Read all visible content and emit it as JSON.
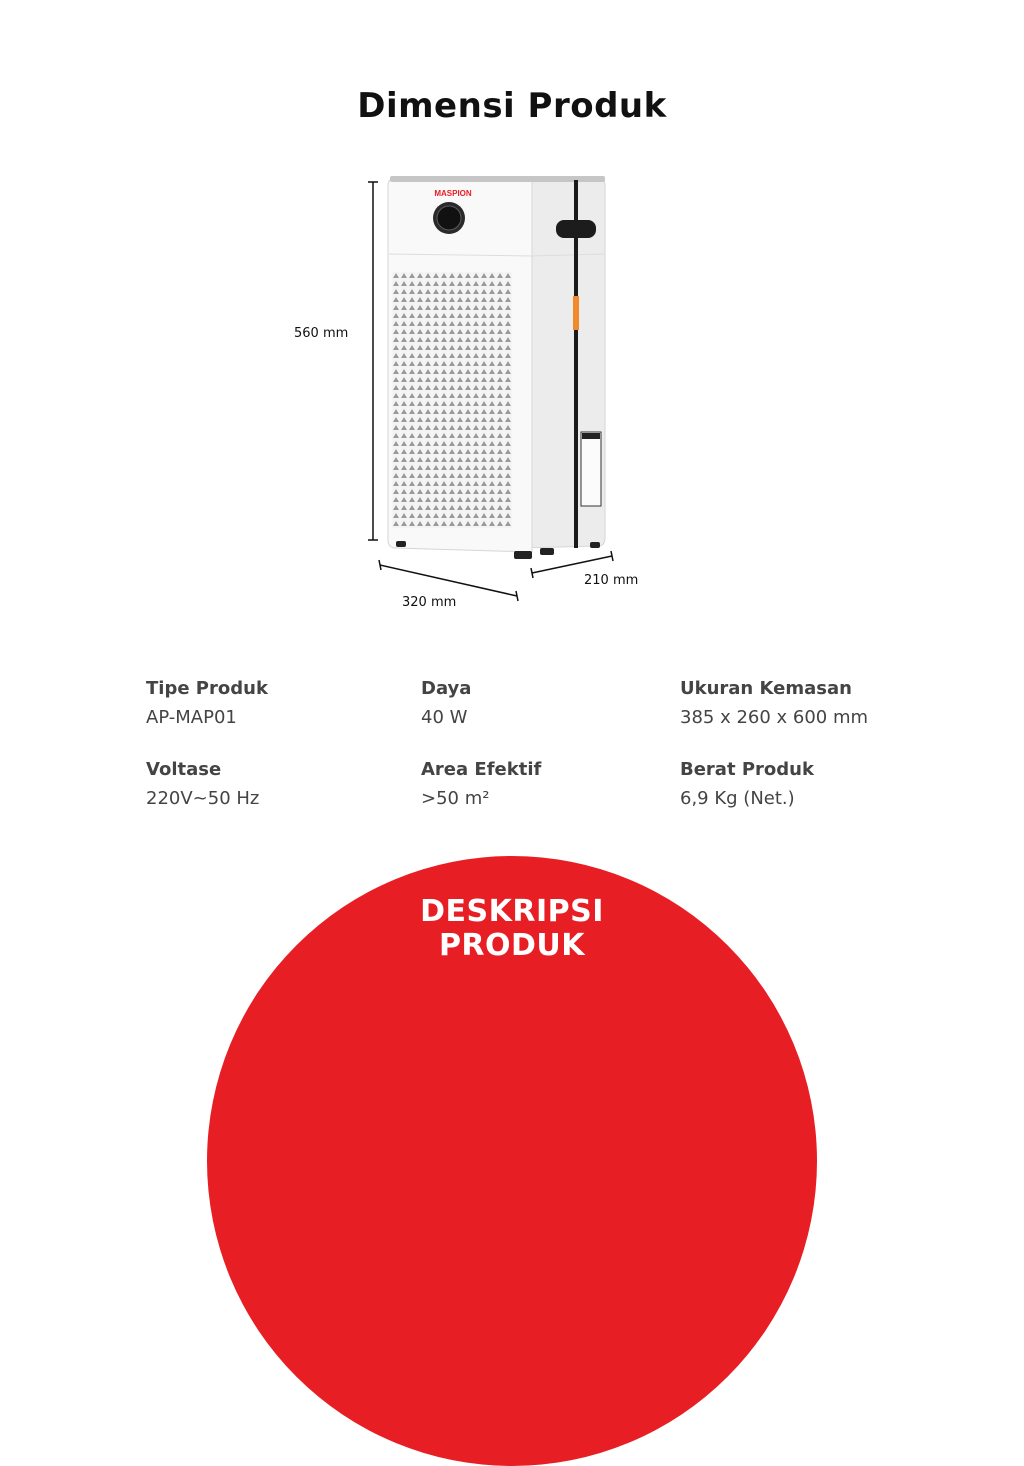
{
  "page": {
    "title": "Dimensi Produk"
  },
  "product": {
    "brand": "MASPION",
    "dimensions": {
      "height": "560 mm",
      "width": "320 mm",
      "depth": "210 mm"
    }
  },
  "specs": [
    {
      "label": "Tipe Produk",
      "value": "AP-MAP01"
    },
    {
      "label": "Daya",
      "value": "40 W"
    },
    {
      "label": "Ukuran Kemasan",
      "value": "385 x 260 x 600 mm"
    },
    {
      "label": "Voltase",
      "value": "220V~50 Hz"
    },
    {
      "label": "Area Efektif",
      "value": ">50 m²"
    },
    {
      "label": "Berat Produk",
      "value": "6,9 Kg (Net.)"
    }
  ],
  "cta": {
    "line1": "DESKRIPSI",
    "line2": "PRODUK"
  },
  "colors": {
    "accent_red": "#e81e25",
    "accent_orange": "#f08a2a",
    "text_gray": "#444444"
  }
}
